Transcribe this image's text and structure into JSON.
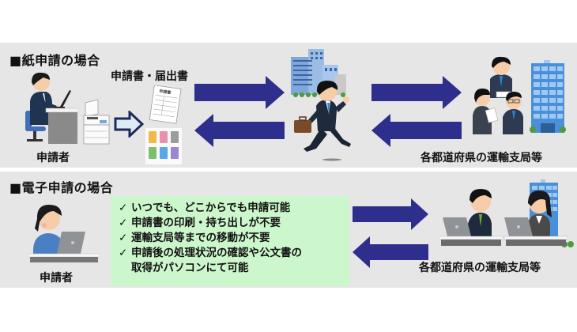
{
  "paper_section": {
    "title": "■紙申請の場合",
    "applicant_label": "申請者",
    "documents_label": "申請書・届出書",
    "form_header": "申請書",
    "office_label": "各都道府県の運輸支局等",
    "icons": [
      "office-worker-at-desk",
      "copier",
      "outline-arrow-right",
      "application-form",
      "colored-folders",
      "arrow-right",
      "arrow-left",
      "buildings",
      "running-businessman",
      "meeting-staff",
      "office-building"
    ]
  },
  "electronic_section": {
    "title": "■電子申請の場合",
    "applicant_label": "申請者",
    "office_label": "各都道府県の運輸支局等",
    "check_glyph": "✓",
    "benefits": [
      "いつでも、どこからでも申請可能",
      "申請書の印刷・持ち出しが不要",
      "運輸支局等までの移動が不要",
      "申請後の処理状況の確認や公文書の\n取得がパソコンにて可能"
    ],
    "icons": [
      "woman-with-laptop",
      "arrow-right",
      "arrow-left",
      "staff-with-laptops",
      "office-building"
    ]
  },
  "colors": {
    "panel_bg": "#e6e6e6",
    "arrow_fill": "#2e2e8c",
    "benefits_bg": "#ccf7cc",
    "outline_arrow_stroke": "#1f2a5a",
    "outline_arrow_fill": "#dcecf7"
  }
}
